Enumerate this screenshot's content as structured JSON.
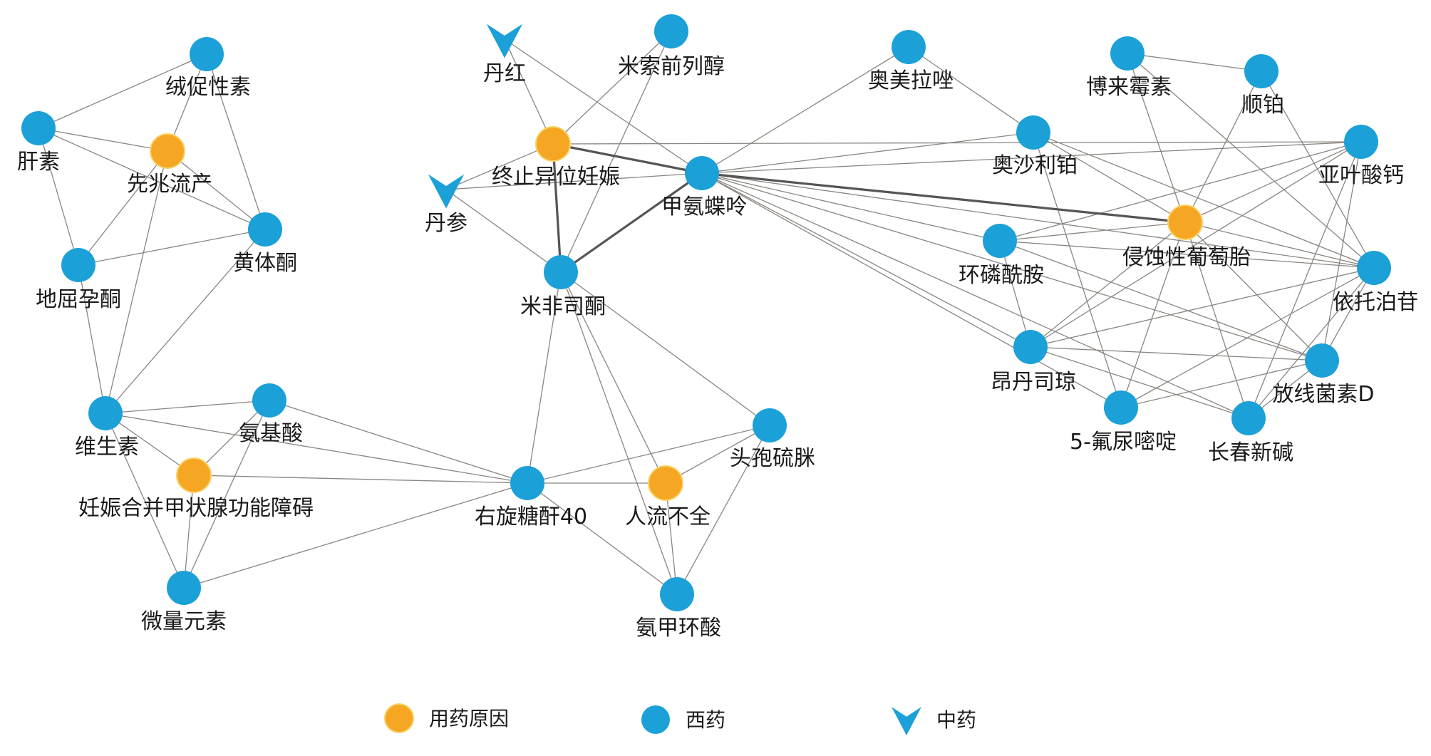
{
  "colors": {
    "reason": "#F5A623",
    "western": "#1BA0D8",
    "tcm": "#1BA0D8",
    "edge": "#8a8580",
    "edge_strong": "#555555"
  },
  "legend": [
    {
      "type": "reason",
      "label": "用药原因"
    },
    {
      "type": "western",
      "label": "西药"
    },
    {
      "type": "tcm",
      "label": "中药"
    }
  ],
  "nodes": [
    {
      "id": "rongcu",
      "label": "绒促性素",
      "type": "western"
    },
    {
      "id": "gansu",
      "label": "肝素",
      "type": "western"
    },
    {
      "id": "xianzhao",
      "label": "先兆流产",
      "type": "reason"
    },
    {
      "id": "huangti",
      "label": "黄体酮",
      "type": "western"
    },
    {
      "id": "diqu",
      "label": "地屈孕酮",
      "type": "western"
    },
    {
      "id": "weisheng",
      "label": "维生素",
      "type": "western"
    },
    {
      "id": "anjisuan",
      "label": "氨基酸",
      "type": "western"
    },
    {
      "id": "renshen_jia",
      "label": "妊娠合并甲状腺功能障碍",
      "type": "reason"
    },
    {
      "id": "weiliang",
      "label": "微量元素",
      "type": "western"
    },
    {
      "id": "danhong",
      "label": "丹红",
      "type": "tcm"
    },
    {
      "id": "misuo",
      "label": "米索前列醇",
      "type": "western"
    },
    {
      "id": "zhongzhi",
      "label": "终止异位妊娠",
      "type": "reason"
    },
    {
      "id": "danshen",
      "label": "丹参",
      "type": "tcm"
    },
    {
      "id": "jiaan",
      "label": "甲氨蝶呤",
      "type": "western"
    },
    {
      "id": "mifei",
      "label": "米非司酮",
      "type": "western"
    },
    {
      "id": "youxuan",
      "label": "右旋糖酐40",
      "type": "western"
    },
    {
      "id": "renliu",
      "label": "人流不全",
      "type": "reason"
    },
    {
      "id": "toubao",
      "label": "头孢硫脒",
      "type": "western"
    },
    {
      "id": "anjia",
      "label": "氨甲环酸",
      "type": "western"
    },
    {
      "id": "aomei",
      "label": "奥美拉唑",
      "type": "western"
    },
    {
      "id": "aosha",
      "label": "奥沙利铂",
      "type": "western"
    },
    {
      "id": "bolai",
      "label": "博来霉素",
      "type": "western"
    },
    {
      "id": "shunbo",
      "label": "顺铂",
      "type": "western"
    },
    {
      "id": "yaye",
      "label": "亚叶酸钙",
      "type": "western"
    },
    {
      "id": "qinshi",
      "label": "侵蚀性葡萄胎",
      "type": "reason"
    },
    {
      "id": "huanlin",
      "label": "环磷酰胺",
      "type": "western"
    },
    {
      "id": "yituo",
      "label": "依托泊苷",
      "type": "western"
    },
    {
      "id": "angdan",
      "label": "昂丹司琼",
      "type": "western"
    },
    {
      "id": "fangxian",
      "label": "放线菌素D",
      "type": "western"
    },
    {
      "id": "wufu",
      "label": "5-氟尿嘧啶",
      "type": "western"
    },
    {
      "id": "changchun",
      "label": "长春新碱",
      "type": "western"
    }
  ],
  "edges": [
    [
      "rongcu",
      "gansu"
    ],
    [
      "rongcu",
      "xianzhao"
    ],
    [
      "rongcu",
      "huangti"
    ],
    [
      "gansu",
      "xianzhao"
    ],
    [
      "gansu",
      "huangti"
    ],
    [
      "gansu",
      "diqu"
    ],
    [
      "xianzhao",
      "diqu"
    ],
    [
      "xianzhao",
      "huangti"
    ],
    [
      "xianzhao",
      "weisheng"
    ],
    [
      "diqu",
      "huangti"
    ],
    [
      "diqu",
      "weisheng"
    ],
    [
      "huangti",
      "weisheng"
    ],
    [
      "weisheng",
      "anjisuan"
    ],
    [
      "weisheng",
      "renshen_jia"
    ],
    [
      "weisheng",
      "weiliang"
    ],
    [
      "weisheng",
      "youxuan"
    ],
    [
      "anjisuan",
      "renshen_jia"
    ],
    [
      "anjisuan",
      "weiliang"
    ],
    [
      "anjisuan",
      "youxuan"
    ],
    [
      "renshen_jia",
      "weiliang"
    ],
    [
      "renshen_jia",
      "youxuan"
    ],
    [
      "weiliang",
      "youxuan"
    ],
    [
      "danhong",
      "zhongzhi"
    ],
    [
      "danhong",
      "jiaan"
    ],
    [
      "misuo",
      "zhongzhi"
    ],
    [
      "misuo",
      "mifei"
    ],
    [
      "zhongzhi",
      "danshen"
    ],
    [
      "zhongzhi",
      "yaye"
    ],
    [
      "danshen",
      "jiaan"
    ],
    [
      "danshen",
      "mifei"
    ],
    [
      "mifei",
      "youxuan"
    ],
    [
      "mifei",
      "renliu"
    ],
    [
      "mifei",
      "anjia"
    ],
    [
      "mifei",
      "toubao"
    ],
    [
      "youxuan",
      "renliu"
    ],
    [
      "youxuan",
      "toubao"
    ],
    [
      "youxuan",
      "anjia"
    ],
    [
      "renliu",
      "toubao"
    ],
    [
      "renliu",
      "anjia"
    ],
    [
      "toubao",
      "anjia"
    ],
    [
      "jiaan",
      "aomei"
    ],
    [
      "jiaan",
      "aosha"
    ],
    [
      "jiaan",
      "yaye"
    ],
    [
      "jiaan",
      "qinshi"
    ],
    [
      "jiaan",
      "huanlin"
    ],
    [
      "jiaan",
      "yituo"
    ],
    [
      "jiaan",
      "angdan"
    ],
    [
      "jiaan",
      "fangxian"
    ],
    [
      "jiaan",
      "wufu"
    ],
    [
      "jiaan",
      "changchun"
    ],
    [
      "aomei",
      "aosha"
    ],
    [
      "aosha",
      "qinshi"
    ],
    [
      "aosha",
      "wufu"
    ],
    [
      "aosha",
      "yituo"
    ],
    [
      "bolai",
      "shunbo"
    ],
    [
      "bolai",
      "qinshi"
    ],
    [
      "bolai",
      "yituo"
    ],
    [
      "shunbo",
      "qinshi"
    ],
    [
      "shunbo",
      "yituo"
    ],
    [
      "yaye",
      "qinshi"
    ],
    [
      "yaye",
      "huanlin"
    ],
    [
      "yaye",
      "angdan"
    ],
    [
      "yaye",
      "fangxian"
    ],
    [
      "yaye",
      "changchun"
    ],
    [
      "qinshi",
      "huanlin"
    ],
    [
      "qinshi",
      "yituo"
    ],
    [
      "qinshi",
      "angdan"
    ],
    [
      "qinshi",
      "wufu"
    ],
    [
      "qinshi",
      "changchun"
    ],
    [
      "qinshi",
      "fangxian"
    ],
    [
      "huanlin",
      "angdan"
    ],
    [
      "huanlin",
      "fangxian"
    ],
    [
      "huanlin",
      "yituo"
    ],
    [
      "yituo",
      "angdan"
    ],
    [
      "yituo",
      "fangxian"
    ],
    [
      "yituo",
      "wufu"
    ],
    [
      "yituo",
      "changchun"
    ],
    [
      "angdan",
      "fangxian"
    ],
    [
      "angdan",
      "changchun"
    ],
    [
      "wufu",
      "fangxian"
    ],
    [
      "changchun",
      "fangxian"
    ]
  ],
  "strong_edges": [
    [
      "zhongzhi",
      "jiaan"
    ],
    [
      "zhongzhi",
      "mifei"
    ],
    [
      "jiaan",
      "mifei"
    ],
    [
      "jiaan",
      "qinshi"
    ]
  ]
}
